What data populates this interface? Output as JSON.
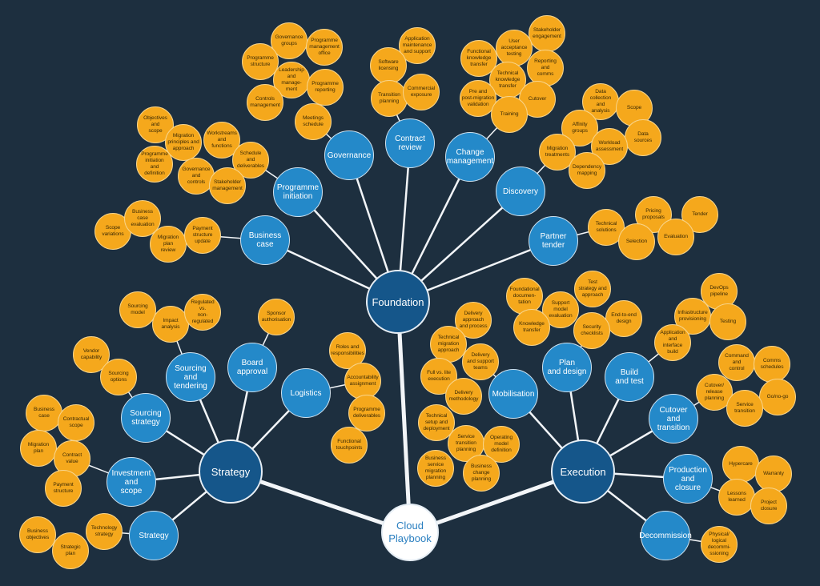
{
  "root": {
    "label": "Cloud\nPlaybook"
  },
  "colors": {
    "background": "#1d2f3f",
    "item": "#f5a81c",
    "topic": "#2489c9",
    "main": "#15568a",
    "root": "#ffffff"
  },
  "branches": [
    {
      "label": "Foundation",
      "topics": [
        {
          "label": "Business\ncase",
          "items": [
            "Scope\nvariations",
            "Business\ncase\nevaluation",
            "Migration\nplan\nreview",
            "Payment\nstructure\nupdate"
          ]
        },
        {
          "label": "Programme\ninitiation",
          "items": [
            "Objectives\nand\nscope",
            "Migration\nprinciples and\napproach",
            "Workstreams\nand\nfunctions",
            "Programme\ninitiation\nand\ndefinition",
            "Schedule\nand\ndeliverables",
            "Governance\nand\ncontrols",
            "Stakeholder\nmanagement"
          ]
        },
        {
          "label": "Governance",
          "items": [
            "Governance\ngroups",
            "Programme\nmanagement\noffice",
            "Programme\nstructure",
            "Leadership\nand\nmanage-\nment",
            "Programme\nreporting",
            "Controls\nmanagement",
            "Meetings\nschedule"
          ]
        },
        {
          "label": "Contract\nreview",
          "items": [
            "Application\nmaintenance\nand support",
            "Software\nlicensing",
            "Transition\nplanning",
            "Commercial\nexposure"
          ]
        },
        {
          "label": "Change\nmanagement",
          "items": [
            "Stakeholder\nengagement",
            "User\nacceptance\ntesting",
            "Functional\nknowledge\ntransfer",
            "Reporting\nand\ncomms",
            "Technical\nknowledge\ntransfer",
            "Pre and\npost-migration\nvalidation",
            "Cutover",
            "Training"
          ]
        },
        {
          "label": "Discovery",
          "items": [
            "Data\ncollection\nand\nanalysis",
            "Scope",
            "Affinity\ngroups",
            "Data\nsources",
            "Workload\nassessment",
            "Migration\ntreatments",
            "Dependency\nmapping"
          ]
        },
        {
          "label": "Partner\ntender",
          "items": [
            "Technical\nsolutions",
            "Pricing\nproposals",
            "Tender",
            "Selection",
            "Evaluation"
          ]
        }
      ]
    },
    {
      "label": "Strategy",
      "topics": [
        {
          "label": "Sourcing\nstrategy",
          "items": [
            "Vendor\ncapability",
            "Sourcing\noptions"
          ]
        },
        {
          "label": "Sourcing\nand\ntendering",
          "items": [
            "Sourcing\nmodel",
            "Impact\nanalysis",
            "Regulated\nvs.\nnon-\nregulated"
          ]
        },
        {
          "label": "Board\napproval",
          "items": [
            "Sponsor\nauthorisation"
          ]
        },
        {
          "label": "Logistics",
          "items": [
            "Roles and\nresponsibilities",
            "Accountability\nassignment",
            "Programme\ndeliverables",
            "Functional\ntouchpoints"
          ]
        },
        {
          "label": "Investment\nand\nscope",
          "items": [
            "Business\ncase",
            "Contractual\nscope",
            "Migration\nplan",
            "Contract\nvalue",
            "Payment\nstructure"
          ]
        },
        {
          "label": "Strategy",
          "items": [
            "Business\nobjectives",
            "Strategic\nplan",
            "Technology\nstrategy"
          ]
        }
      ]
    },
    {
      "label": "Execution",
      "topics": [
        {
          "label": "Mobilisation",
          "items": [
            "Delivery\napproach\nand process",
            "Technical\nmigration\napproach",
            "Delivery\nand support\nteams",
            "Full vs. lite\nexecution",
            "Delivery\nmethodology",
            "Technical\nsetup and\ndeployment",
            "Service\ntransition\nplanning",
            "Operating\nmodel\ndefinition",
            "Business\nservice\nmigration\nplanning",
            "Business\nchange\nplanning"
          ]
        },
        {
          "label": "Plan\nand design",
          "items": [
            "Foundational\ndocumen-\ntation",
            "Test\nstrategy and\napproach",
            "Support\nmodel\nevaluation",
            "End-to-end\ndesign",
            "Knowledge\ntransfer",
            "Security\nchecklists"
          ]
        },
        {
          "label": "Build\nand test",
          "items": [
            "DevOps\npipeline",
            "Infrastructure\nprovisioning",
            "Testing",
            "Application\nand\ninterface\nbuild"
          ]
        },
        {
          "label": "Cutover\nand\ntransition",
          "items": [
            "Command\nand\ncontrol",
            "Comms\nschedules",
            "Cutover/\nrelease\nplanning",
            "Go/no-go",
            "Service\ntransition"
          ]
        },
        {
          "label": "Production\nand\nclosure",
          "items": [
            "Hypercare",
            "Warranty",
            "Lessons\nlearned",
            "Project\nclosure"
          ]
        },
        {
          "label": "Decommission",
          "items": [
            "Physical/\nlogical\ndecommi-\nssioning"
          ]
        }
      ]
    }
  ]
}
